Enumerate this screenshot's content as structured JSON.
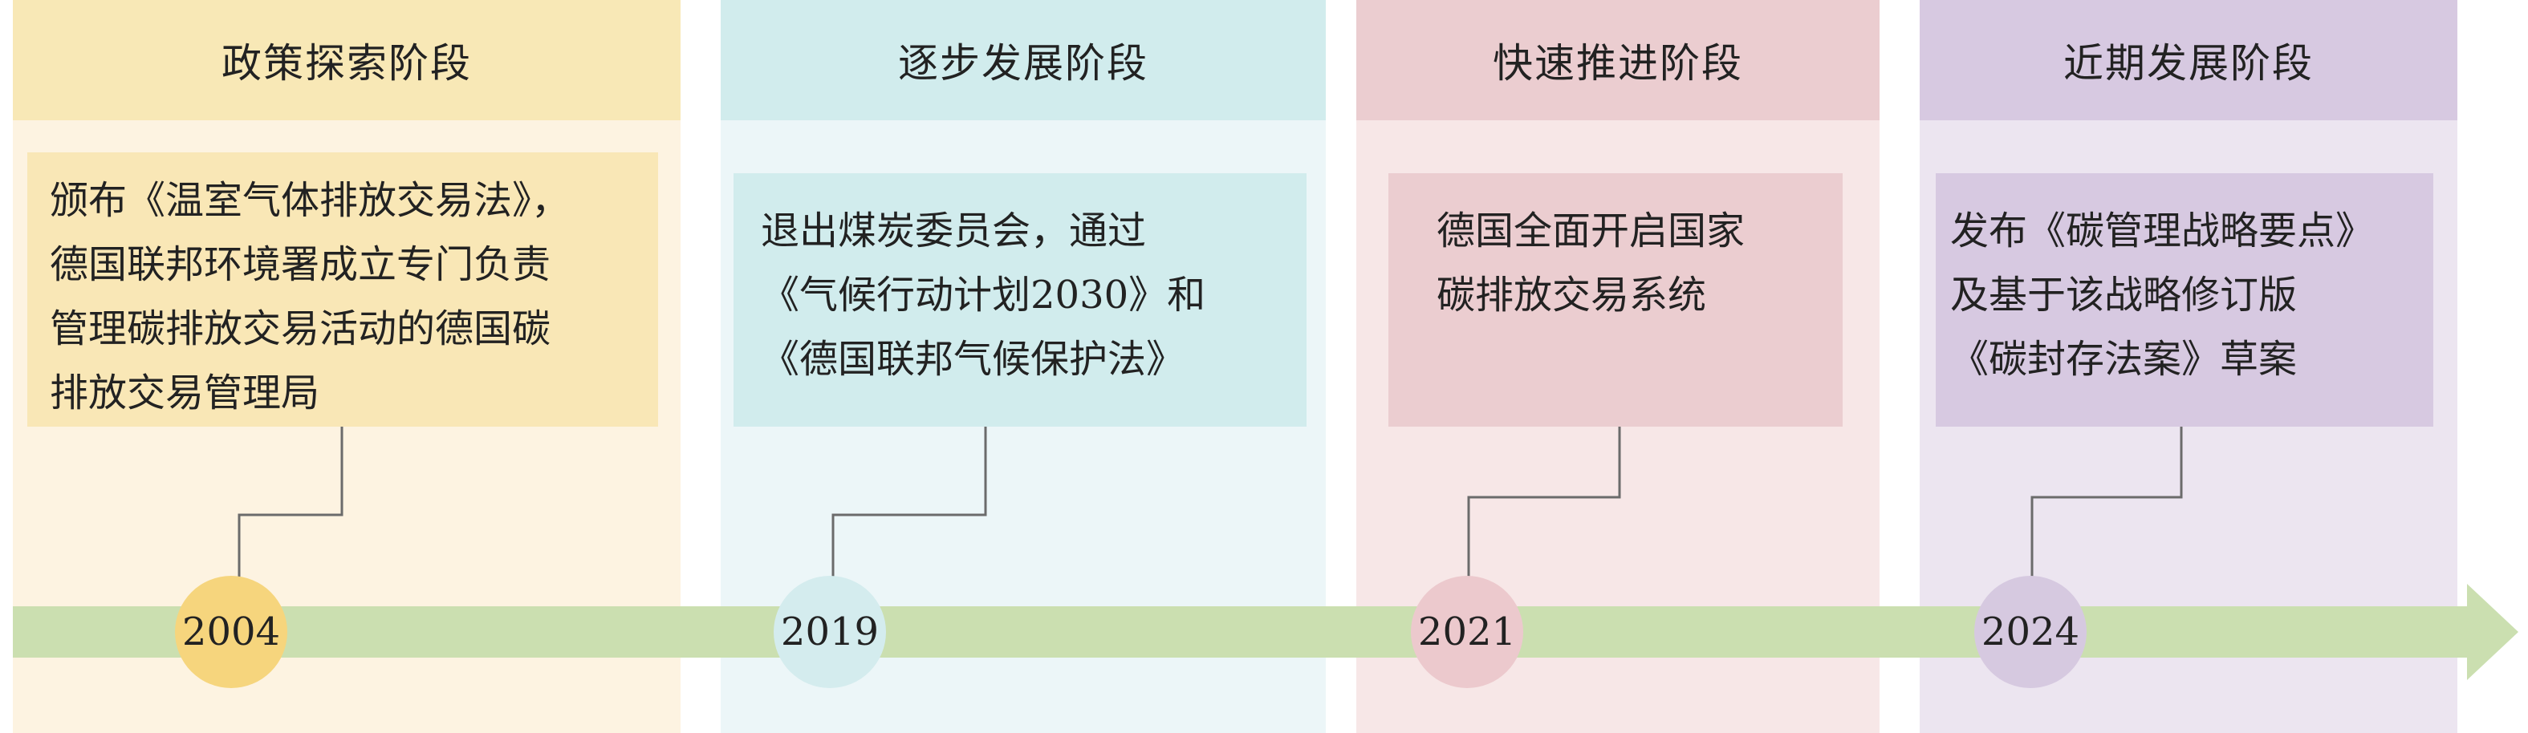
{
  "stages": [
    {
      "title": "政策探索阶段",
      "year": "2004",
      "lines": [
        "颁布《温室气体排放交易法》，",
        "德国联邦环境署成立专门负责",
        "管理碳排放交易活动的德国碳",
        "排放交易管理局"
      ],
      "colors": {
        "band": "#fdf3e1",
        "head": "#f8e8b6",
        "box": "#f9e7b6",
        "dot": "#f6d57d"
      }
    },
    {
      "title": "逐步发展阶段",
      "year": "2019",
      "lines": [
        "退出煤炭委员会，通过",
        "《气候行动计划2030》和",
        "《德国联邦气候保护法》"
      ],
      "colors": {
        "band": "#ecf6f8",
        "head": "#d1eced",
        "box": "#d1eced",
        "dot": "#d4ecee"
      }
    },
    {
      "title": "快速推进阶段",
      "year": "2021",
      "lines": [
        "德国全面开启国家",
        "碳排放交易系统"
      ],
      "colors": {
        "band": "#f7e7e7",
        "head": "#ebcdd0",
        "box": "#ebcdd0",
        "dot": "#ecc9cd"
      }
    },
    {
      "title": "近期发展阶段",
      "year": "2024",
      "lines": [
        "发布《碳管理战略要点》",
        "及基于该战略修订版",
        "《碳封存法案》草案"
      ],
      "colors": {
        "band": "#ece5f0",
        "head": "#d7c9e1",
        "box": "#d7c9e1",
        "dot": "#d6c9e0"
      }
    }
  ],
  "axis_color": "#cbdfb0",
  "connector_color": "#6b6b6b"
}
